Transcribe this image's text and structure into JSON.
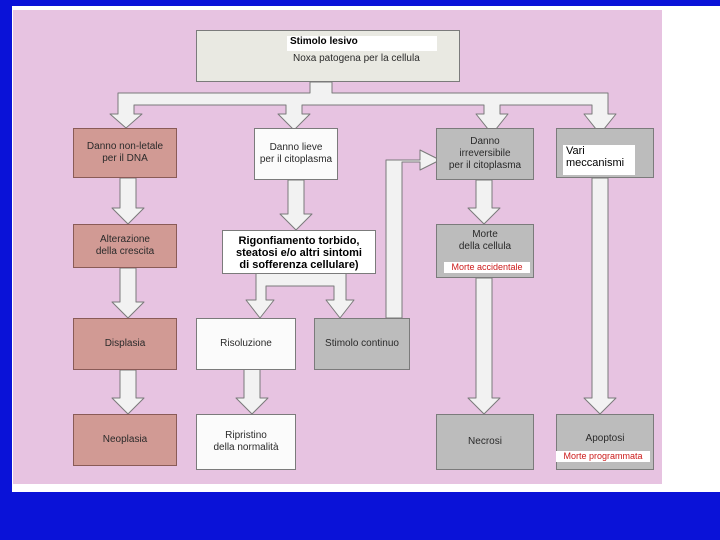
{
  "title": {
    "main": "Stimolo lesivo",
    "sub": "Noxa patogena per la cellula"
  },
  "columns": {
    "dna": {
      "top": "Danno non-letale\nper il DNA",
      "alteration": "Alterazione\ndella crescita",
      "dysplasia": "Displasia",
      "neoplasia": "Neoplasia"
    },
    "mild": {
      "top": "Danno lieve\nper il citoplasma",
      "swelling": "Rigonfiamento torbido,\nsteatosi e/o altri sintomi\ndi sofferenza cellulare)",
      "resolution": "Risoluzione",
      "restore": "Ripristino\ndella normalità",
      "continuous": "Stimolo continuo"
    },
    "irreversible": {
      "top": "Danno\nirreversibile\nper il citoplasma",
      "death": "Morte\ndella cellula",
      "death_tag": "Morte accidentale",
      "necrosis": "Necrosi"
    },
    "mechanisms": {
      "top": "Vari\nmeccanismi",
      "apoptosis": "Apoptosi",
      "apoptosis_tag": "Morte programmata"
    }
  },
  "colors": {
    "background": "#0a12d8",
    "scan": "#e7c3e1",
    "arrow": "#f2f2f2",
    "red_box": "#d19a94",
    "grey_box": "#bcbcbc",
    "tag_text": "#cc1a1a"
  }
}
